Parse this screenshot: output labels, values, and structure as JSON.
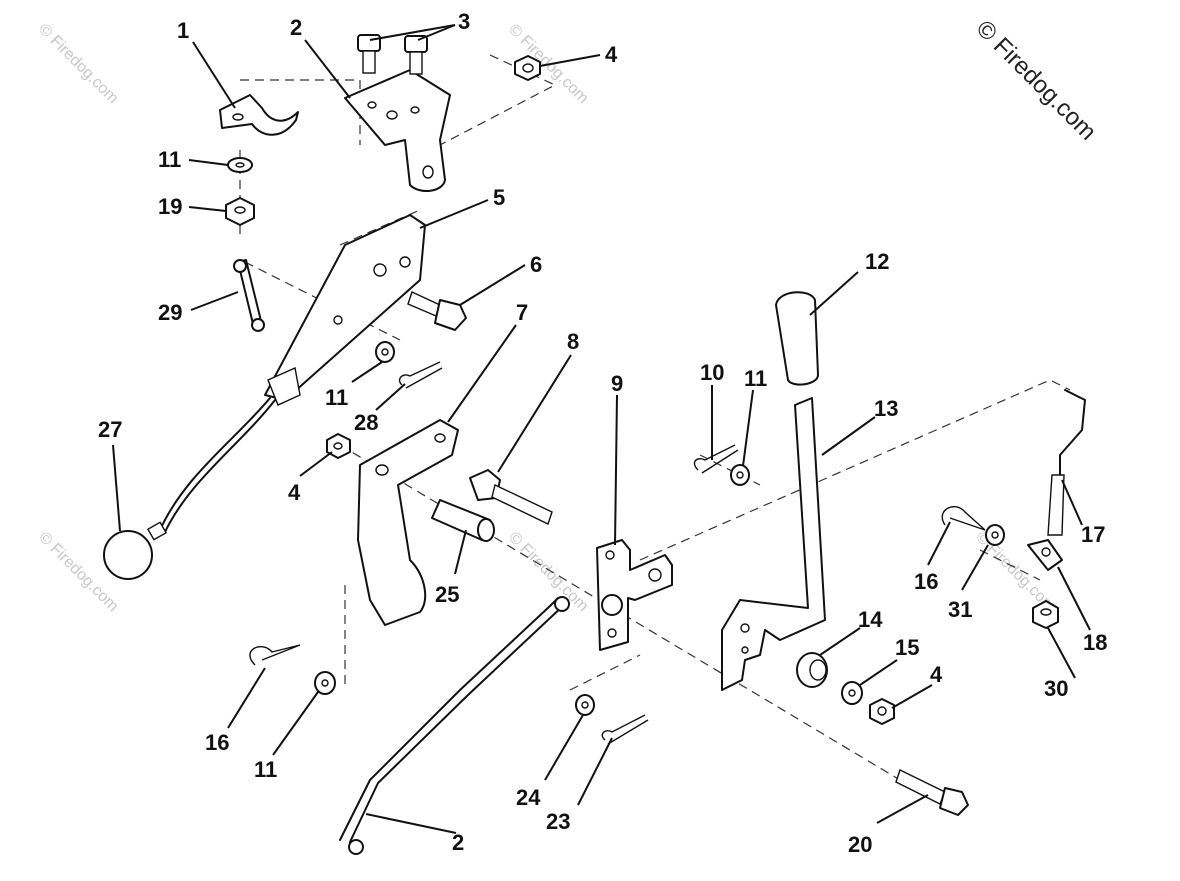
{
  "watermark": {
    "main": "© Firedog.com",
    "repeat": "© Firedog.com"
  },
  "callouts": {
    "c1": "1",
    "c2": "2",
    "c3": "3",
    "c4a": "4",
    "c5": "5",
    "c6": "6",
    "c7": "7",
    "c8": "8",
    "c9": "9",
    "c10": "10",
    "c11a": "11",
    "c11b": "11",
    "c11c": "11",
    "c11d": "11",
    "c12": "12",
    "c13": "13",
    "c14": "14",
    "c15": "15",
    "c4b": "4",
    "c4c": "4",
    "c16a": "16",
    "c16b": "16",
    "c17": "17",
    "c18": "18",
    "c19": "19",
    "c20": "20",
    "c21": "2",
    "c23": "23",
    "c24": "24",
    "c25": "25",
    "c27": "27",
    "c28": "28",
    "c29": "29",
    "c30": "30",
    "c31": "31"
  }
}
